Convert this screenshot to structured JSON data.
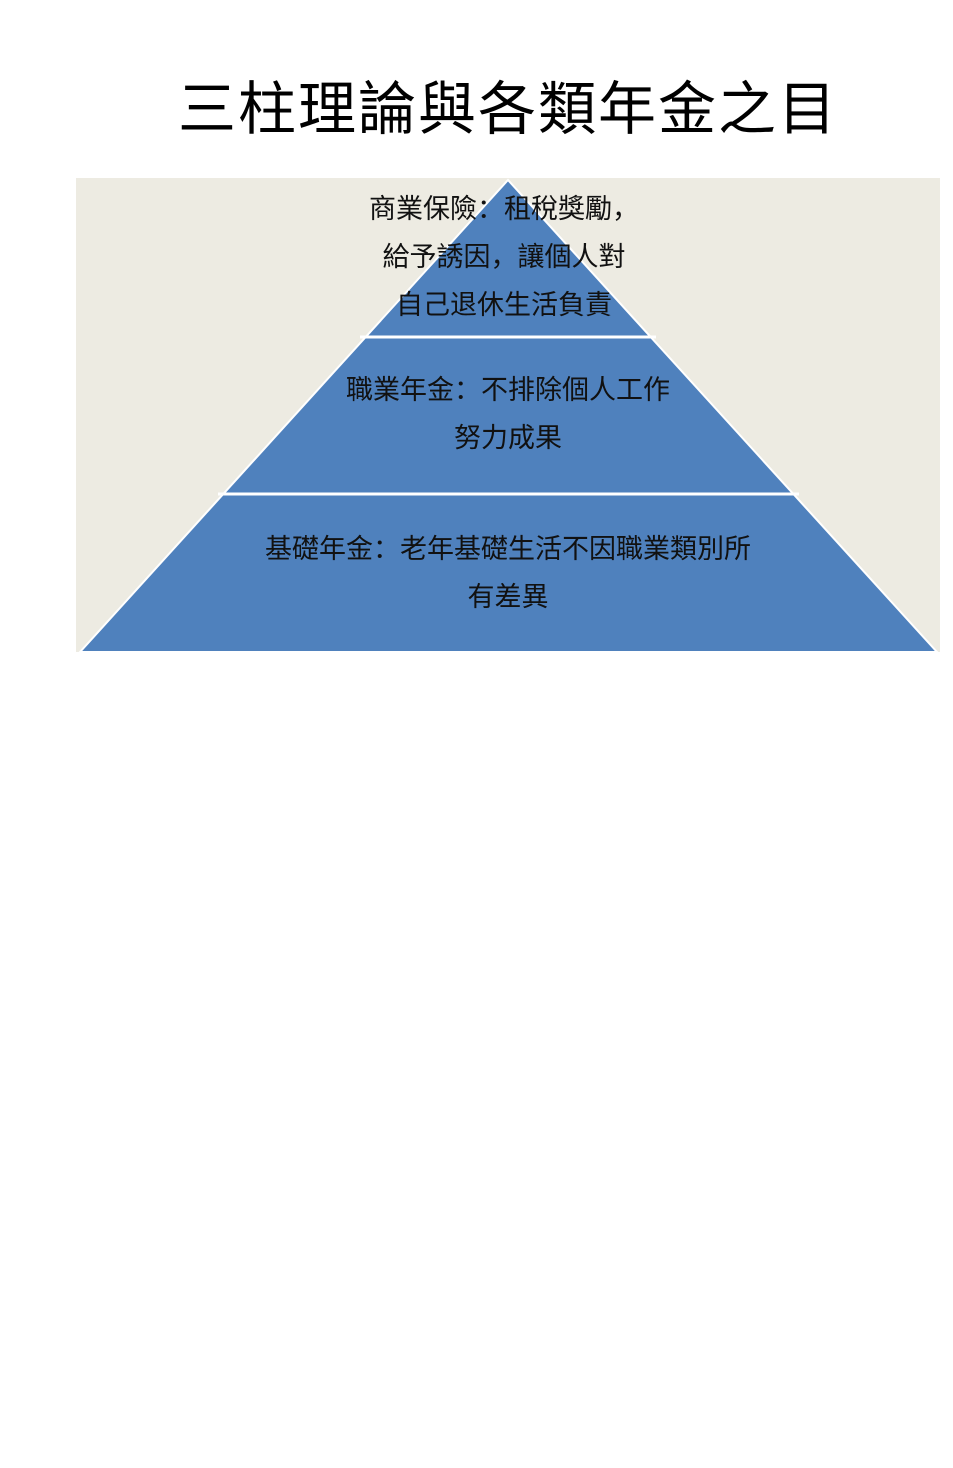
{
  "title": "三柱理論與各類年金之目",
  "colors": {
    "panel": "#EDEBE2",
    "pyramid": "#4F81BD",
    "divider": "#FFFFFF"
  },
  "tiers": [
    {
      "lines": [
        "商業保險：租稅獎勵，",
        "給予誘因，讓個人對",
        "自己退休生活負責"
      ]
    },
    {
      "lines": [
        "職業年金：不排除個人工作",
        "努力成果"
      ]
    },
    {
      "lines": [
        "基礎年金：老年基礎生活不因職業類別所",
        "有差異"
      ]
    }
  ]
}
